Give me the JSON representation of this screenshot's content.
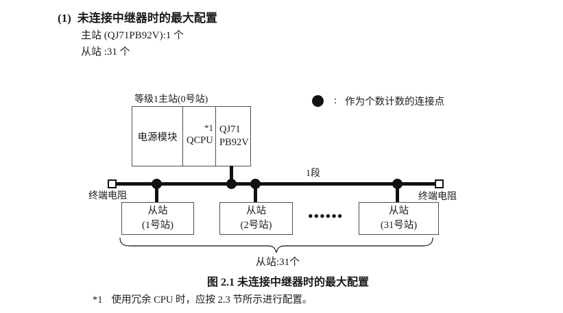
{
  "page": {
    "colors": {
      "text": "#1a1a1a",
      "line": "#111111",
      "border": "#4d4d4d",
      "bg": "#ffffff"
    }
  },
  "heading": {
    "number": "(1)",
    "title": "未连接中继器时的最大配置",
    "master_line": "主站 (QJ71PB92V):1 个",
    "slave_line": "从站 :31 个"
  },
  "legend": {
    "icon": "connection-point-dot",
    "colon": ":",
    "text": "作为个数计数的连接点"
  },
  "diagram": {
    "master": {
      "label": "等级1主站(0号站)",
      "cell_power": "电源模块",
      "cell_cpu": "QCPU",
      "cell_cpu_note": "*1",
      "cell_pb_line1": "QJ71",
      "cell_pb_line2": "PB92V"
    },
    "segment_label": "1段",
    "terminator_left": "终端电阻",
    "terminator_right": "终端电阻",
    "slaves": [
      {
        "line1": "从站",
        "line2": "(1号站)"
      },
      {
        "line1": "从站",
        "line2": "(2号站)"
      },
      {
        "line1": "从站",
        "line2": "(31号站)"
      }
    ],
    "ellipsis": "●●●●●●",
    "brace_label": "从站:31个"
  },
  "caption": "图 2.1 未连接中继器时的最大配置",
  "footnote": {
    "marker": "*1",
    "text": "使用冗余 CPU 时，应按 2.3 节所示进行配置。"
  }
}
